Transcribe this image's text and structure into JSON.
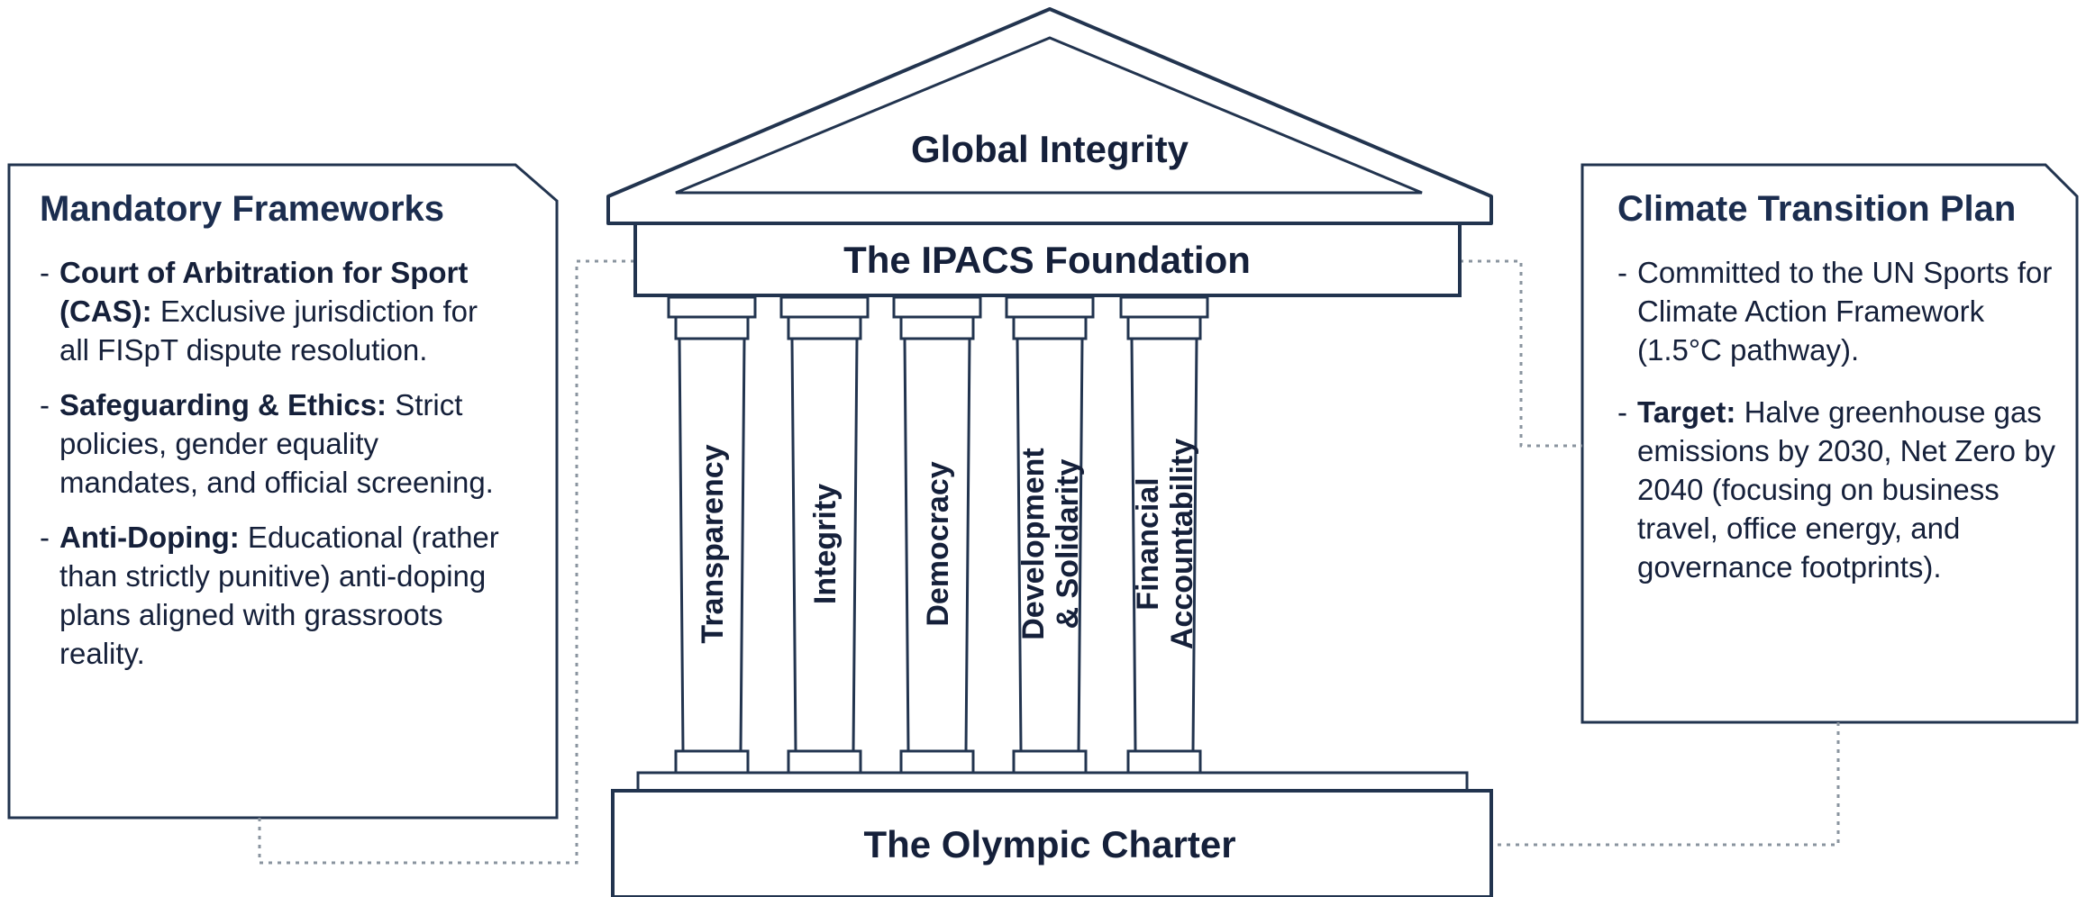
{
  "roof": {
    "title": "Global Integrity"
  },
  "foundation": {
    "title": "The IPACS Foundation"
  },
  "base": {
    "title": "The Olympic Charter"
  },
  "pillars": [
    {
      "lines": [
        "Transparency"
      ]
    },
    {
      "lines": [
        "Integrity"
      ]
    },
    {
      "lines": [
        "Democracy"
      ]
    },
    {
      "lines": [
        "Development",
        "& Solidarity"
      ]
    },
    {
      "lines": [
        "Financial",
        "Accountability"
      ]
    }
  ],
  "left_panel": {
    "title": "Mandatory Frameworks",
    "items": [
      {
        "bullet": "-",
        "label": "Court of Arbitration for Sport (CAS):",
        "text": " Exclusive jurisdiction for all FISpT dispute resolution."
      },
      {
        "bullet": "-",
        "label": "Safeguarding & Ethics:",
        "text": " Strict policies, gender equality mandates, and official screening."
      },
      {
        "bullet": "-",
        "label": "Anti-Doping:",
        "text": " Educational (rather than strictly punitive) anti-doping plans aligned with grassroots reality."
      }
    ]
  },
  "right_panel": {
    "title": "Climate Transition Plan",
    "items": [
      {
        "bullet": "-",
        "label": "",
        "text": "Committed to the UN Sports for Climate Action Framework (1.5°C pathway)."
      },
      {
        "bullet": "-",
        "label": "Target:",
        "text": " Halve greenhouse gas emissions by 2030, Net Zero by 2040 (focusing on business travel, office energy, and governance footprints)."
      }
    ]
  },
  "colors": {
    "stroke": "#22344f",
    "text": "#15203a",
    "title": "#1b2d4f",
    "connector": "#8a949f"
  }
}
